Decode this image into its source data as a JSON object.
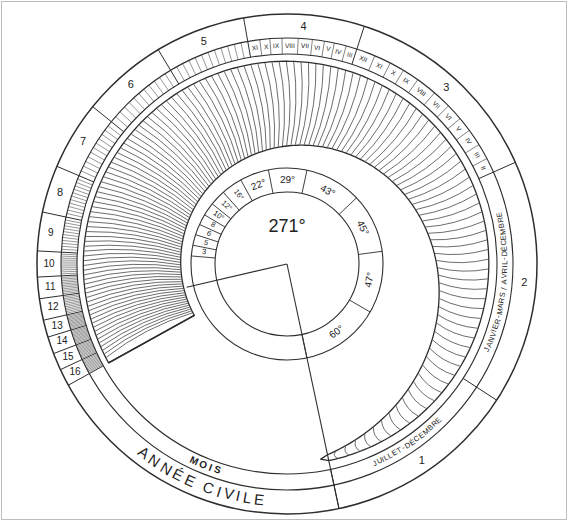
{
  "diagram": {
    "labels": [
      "271°",
      "60°",
      "47°",
      "45°",
      "43°",
      "29°",
      "22°",
      "16°",
      "12°",
      "10°",
      "8",
      "6",
      "5",
      "3",
      "1",
      "2",
      "3",
      "4",
      "5",
      "6",
      "7",
      "8",
      "9",
      "10",
      "11",
      "12",
      "13",
      "14",
      "15",
      "16",
      "XI",
      "X",
      "IX",
      "VIII",
      "VII",
      "VI",
      "V",
      "IV",
      "III",
      "XII",
      "XI",
      "X",
      "IX",
      "VIII",
      "VII",
      "VI",
      "V",
      "IV",
      "III",
      "II",
      "JANVIER-MARS / AVRIL-DÉCEMBRE",
      "JUILLET-DÉCEMBRE",
      "MOIS",
      "ANNÉE CIVILE"
    ]
  }
}
